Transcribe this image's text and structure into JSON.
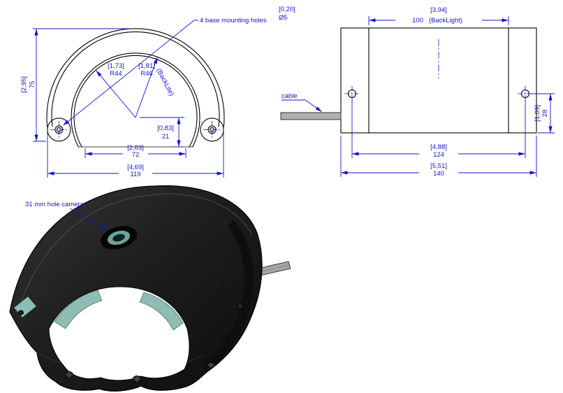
{
  "colors": {
    "dimension_blue": "#1414d2",
    "drawing_black": "#000000",
    "body_dark": "#1c1c1c",
    "glass_teal": "#8fbcb4",
    "cable_gray": "#b0b0b0"
  },
  "front_view": {
    "height": {
      "inch": "[2,95]",
      "mm": "75"
    },
    "radius_inner": {
      "inch": "[1,73]",
      "mm": "R44"
    },
    "radius_backlite": {
      "inch": "[1,81]",
      "mm": "R46",
      "note": "(BackLite)"
    },
    "drop": {
      "inch": "[0,83]",
      "mm": "21"
    },
    "width_inner": {
      "inch": "[2,83]",
      "mm": "72"
    },
    "width_overall": {
      "inch": "[4,69]",
      "mm": "119"
    },
    "mounting_note": {
      "text": "4 base mounting holes",
      "dia_inch": "[0,20]",
      "dia_mm": "Ø5"
    }
  },
  "side_view": {
    "backlight_width": {
      "inch": "[3,94]",
      "mm": "100",
      "note": "(BackLight)"
    },
    "cable_label": "cable",
    "hole_spacing": {
      "inch": "[4,88]",
      "mm": "124"
    },
    "width_overall": {
      "inch": "[5,51]",
      "mm": "140"
    },
    "height_cable": {
      "inch": "[1,09]",
      "mm": "28"
    }
  },
  "iso_view": {
    "camera_note": "31 mm hole camera"
  }
}
